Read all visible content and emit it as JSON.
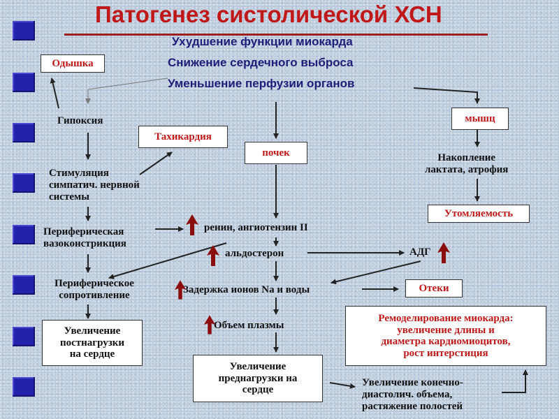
{
  "title": "Патогенез систолической ХСН",
  "subtitles": [
    "Ухудшение функции миокарда",
    "Снижение сердечного выброса",
    "Уменьшение перфузии органов"
  ],
  "nodes": {
    "odyshka": "Одышка",
    "gipoksiya": "Гипоксия",
    "tahikardiya": "Тахикардия",
    "stimulyaciya": [
      "Стимуляция",
      "симпатич. нервной",
      "системы"
    ],
    "vasokonstrikciya": [
      "Периферическая",
      "вазоконстрикция"
    ],
    "soprotivlenie": [
      "Периферическое",
      "сопротивление"
    ],
    "postnagruzka": [
      "Увеличение",
      "постнагрузки",
      "на сердце"
    ],
    "pochek": "почек",
    "renin": "ренин, ангиотензин II",
    "aldosteron": "альдостерон",
    "adg": "АДГ",
    "zaderzhka": "Задержка ионов Na и воды",
    "oteki": "Отеки",
    "obem_plazmy": "Объем плазмы",
    "prednagruzka": [
      "Увеличение",
      "преднагрузки на",
      "сердце"
    ],
    "myshc": "мышц",
    "laktat": [
      "Накопление",
      "лактата, атрофия"
    ],
    "utomlyaemost": "Утомляемость",
    "remodelirovanie": [
      "Ремоделирование миокарда:",
      "увеличение длины и",
      "диаметра кардиомиоцитов,",
      "рост интерстиция"
    ],
    "diastol": [
      "Увеличение конечно-",
      "диастолич. объема,",
      "растяжение полостей"
    ]
  },
  "colors": {
    "title": "#c01818",
    "subtitle": "#1e1e7a",
    "red_box_text": "#c01818",
    "arrow": "#222222",
    "up_arrow": "#8b0d0d",
    "nav_square": "#2222aa"
  }
}
